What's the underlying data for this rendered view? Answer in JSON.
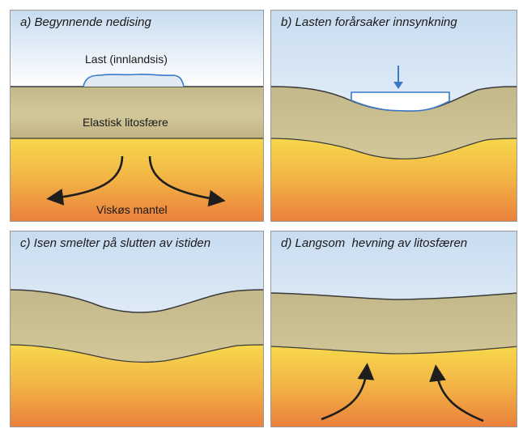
{
  "panels": {
    "a": {
      "title": "a) Begynnende nedising",
      "load_label": "Last (innlandsis)",
      "lithosphere_label": "Elastisk litosfære",
      "mantle_label": "Viskøs mantel"
    },
    "b": {
      "title": "b) Lasten forårsaker innsynkning"
    },
    "c": {
      "title": "c) Isen smelter på slutten av istiden"
    },
    "d": {
      "title": "d) Langsom  hevning av litosfæren"
    }
  },
  "colors": {
    "sky_top": "#c8dcf0",
    "sky_bottom": "#ffffff",
    "lithosphere": "#c7bc8c",
    "mantle_top": "#f2d04a",
    "mantle_bottom": "#ec8a3e",
    "ice_outline": "#3a78c8",
    "arrow": "#1e1e1e",
    "boundary": "#3a3a3a"
  }
}
